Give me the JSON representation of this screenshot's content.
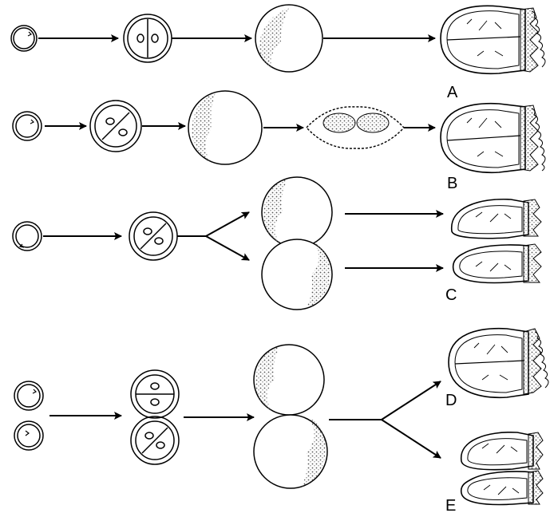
{
  "labels": {
    "a": "A",
    "b": "B",
    "c": "C",
    "d": "D",
    "e": "E"
  },
  "colors": {
    "ink": "#000000",
    "stipple": "#555555",
    "background": "#ffffff"
  }
}
